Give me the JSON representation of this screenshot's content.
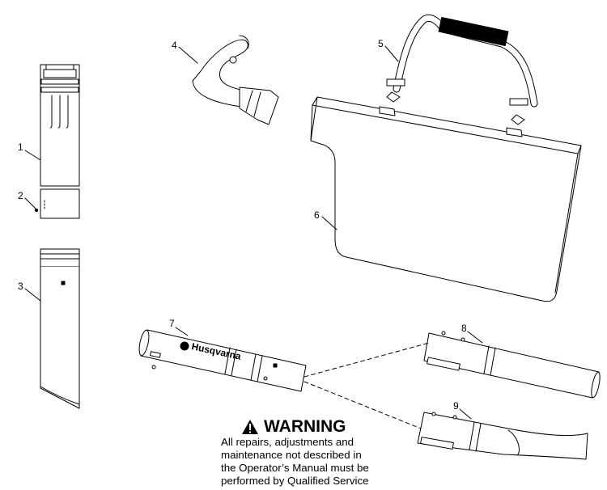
{
  "callouts": [
    "1",
    "2",
    "3",
    "4",
    "5",
    "6",
    "7",
    "8",
    "9"
  ],
  "brand": "Husqvarna",
  "warning": {
    "title": "WARNING",
    "lines": [
      "All repairs, adjustments and",
      "maintenance not described in",
      "the Operator’s Manual must be",
      "performed by Qualified Service"
    ]
  }
}
